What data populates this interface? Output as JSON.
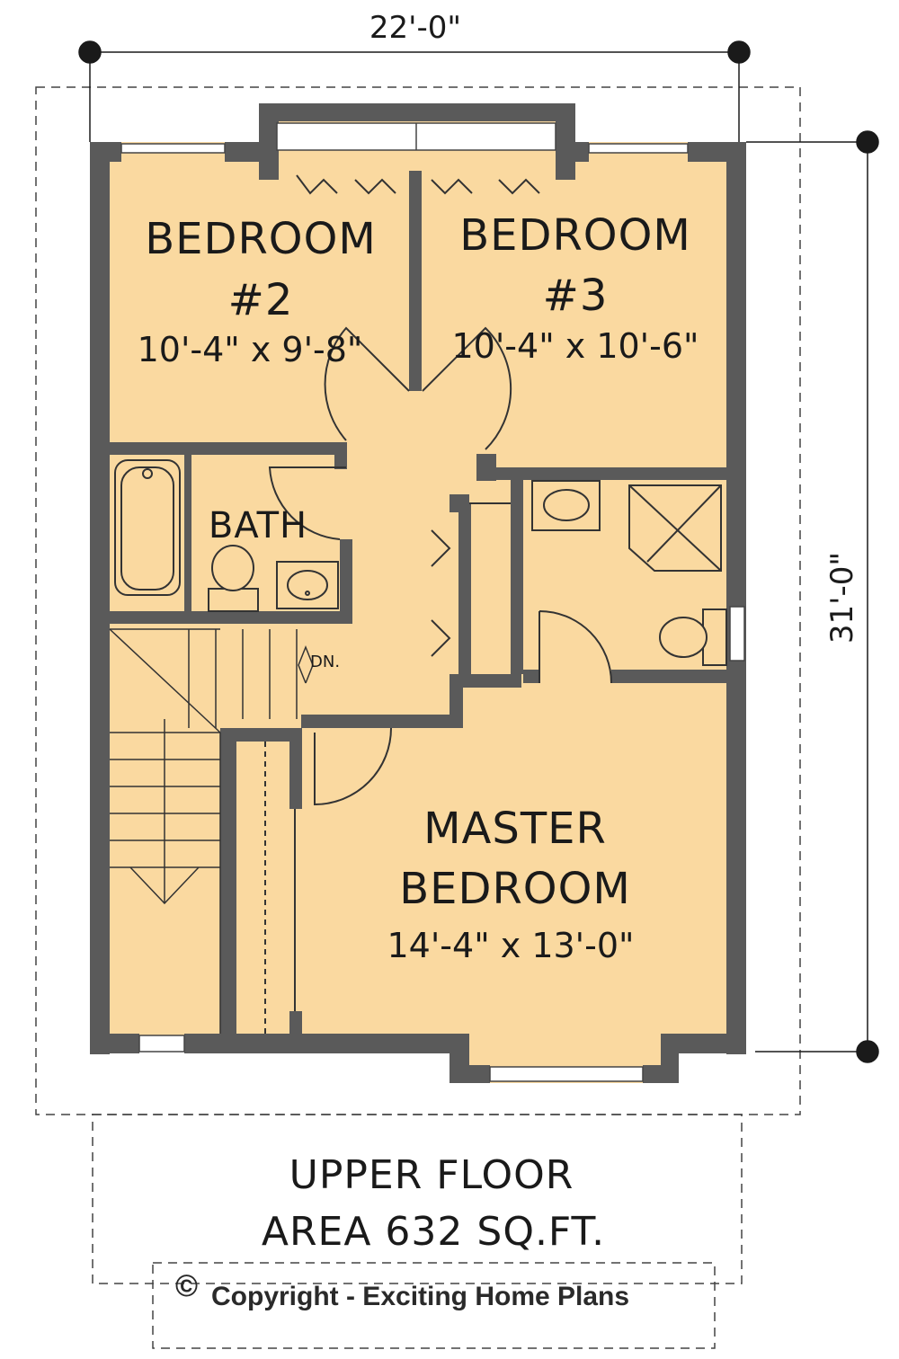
{
  "dimensions": {
    "width": "22'-0\"",
    "depth": "31'-0\""
  },
  "rooms": {
    "bedroom2": {
      "name": "BEDROOM",
      "number": "#2",
      "size": "10'-4\" x 9'-8\""
    },
    "bedroom3": {
      "name": "BEDROOM",
      "number": "#3",
      "size": "10'-4\" x 10'-6\""
    },
    "bath": {
      "name": "BATH"
    },
    "master": {
      "name_line1": "MASTER",
      "name_line2": "BEDROOM",
      "size": "14'-4\" x 13'-0\""
    }
  },
  "stairs": {
    "label": "DN."
  },
  "caption": {
    "line1": "UPPER FLOOR",
    "line2": "AREA 632 SQ.FT."
  },
  "copyright": {
    "symbol": "©",
    "text": "Copyright - Exciting Home Plans"
  },
  "colors": {
    "floor": "#fad9a0",
    "wall": "#5a5a5a",
    "line": "#333333"
  }
}
